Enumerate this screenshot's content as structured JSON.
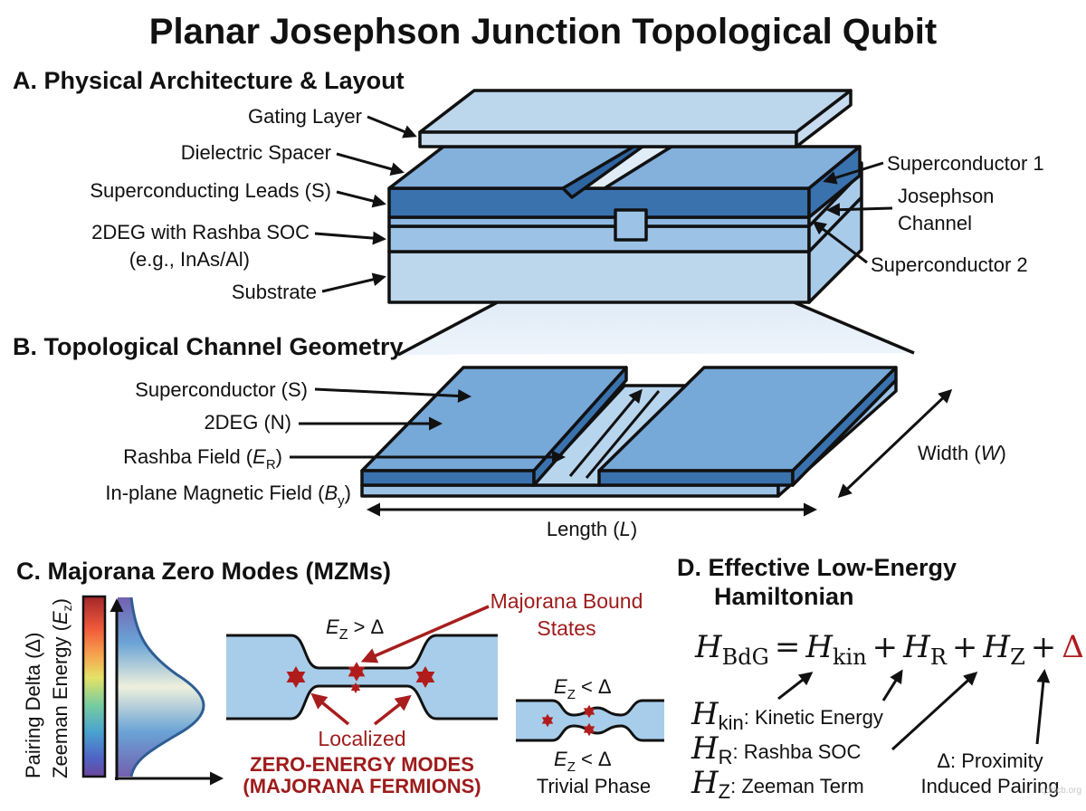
{
  "title": "Planar Josephson Junction Topological Qubit",
  "colors": {
    "superconductor_dark": "#3a72ae",
    "superconductor": "#76a8d8",
    "layer_light": "#bcd6ec",
    "layer_mid": "#9cc3e6",
    "majorana_red": "#a81d1d",
    "outline": "#111111"
  },
  "section_a": {
    "heading": "A. Physical Architecture & Layout",
    "left_labels": [
      {
        "text": "Gating Layer"
      },
      {
        "text": "Dielectric Spacer"
      },
      {
        "text": "Superconducting Leads (S)"
      },
      {
        "text": "2DEG with Rashba SOC"
      },
      {
        "text": "(e.g., InAs/Al)"
      },
      {
        "text": "Substrate"
      }
    ],
    "right_labels": [
      {
        "text": "Superconductor 1"
      },
      {
        "text": "Josephson"
      },
      {
        "text": "Channel"
      },
      {
        "text": "Superconductor 2"
      }
    ]
  },
  "section_b": {
    "heading": "B. Topological Channel Geometry",
    "labels": {
      "superconductor": "Superconductor (S)",
      "twodeg": "2DEG (N)",
      "rashba_prefix": "Rashba Field (",
      "rashba_sym": "E",
      "rashba_sub": "R",
      "rashba_suffix": ")",
      "field_prefix": "In-plane Magnetic Field (",
      "field_sym": "B",
      "field_sub": "y",
      "field_suffix": ")"
    },
    "width_prefix": "Width (",
    "width_sym": "W",
    "width_suffix": ")",
    "length_prefix": "Length (",
    "length_sym": "L",
    "length_suffix": ")"
  },
  "section_c": {
    "heading": "C. Majorana Zero Modes (MZMs)",
    "axis_label_1": "Pairing Delta (Δ)",
    "axis_label_2_prefix": "Zeeman Energy (",
    "axis_label_2_sym": "E",
    "axis_label_2_sub": "z",
    "axis_label_2_suffix": ")",
    "topo_condition": {
      "sym": "E",
      "sub": "Z",
      "rel": " > Δ"
    },
    "bound_states_line1": "Majorana Bound",
    "bound_states_line2": "States",
    "localized": "Localized",
    "zero_energy_line1": "ZERO-ENERGY MODES",
    "zero_energy_line2": "(MAJORANA FERMIONS)",
    "trivial_condition_top": {
      "sym": "E",
      "sub": "Z",
      "rel": " < Δ"
    },
    "trivial_condition_bottom": {
      "sym": "E",
      "sub": "Z",
      "rel": " < Δ"
    },
    "trivial_phase": "Trivial Phase"
  },
  "section_d": {
    "heading_line1": "D. Effective Low-Energy",
    "heading_line2": "Hamiltonian",
    "equation": {
      "lhs_sym": "H",
      "lhs_sub": "BdG",
      "eq": "=",
      "t1_sym": "H",
      "t1_sub": "kin",
      "plus": "+",
      "t2_sym": "H",
      "t2_sub": "R",
      "t3_sym": "H",
      "t3_sub": "Z",
      "t4": "Δ"
    },
    "legend": [
      {
        "sym": "H",
        "sub": "kin",
        "text": ": Kinetic Energy"
      },
      {
        "sym": "H",
        "sub": "R",
        "text": ": Rashba SOC"
      },
      {
        "sym": "H",
        "sub": "Z",
        "text": ": Zeeman Term"
      }
    ],
    "delta_note_line1": "Δ: Proximity",
    "delta_note_line2": "Induced Pairing"
  },
  "watermark": "qdrtcb.org"
}
